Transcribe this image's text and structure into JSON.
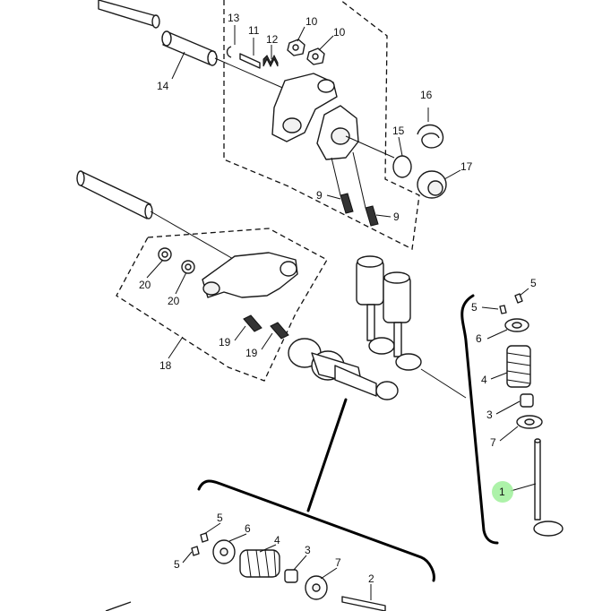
{
  "diagram": {
    "callouts": {
      "c13": "13",
      "c11": "11",
      "c12": "12",
      "c10a": "10",
      "c10b": "10",
      "c14": "14",
      "c16": "16",
      "c15": "15",
      "c17": "17",
      "c9a": "9",
      "c9b": "9",
      "c20a": "20",
      "c20b": "20",
      "c19a": "19",
      "c19b": "19",
      "c18": "18",
      "r5a": "5",
      "r5b": "5",
      "r6": "6",
      "r4": "4",
      "r3": "3",
      "r7": "7",
      "r1": "1",
      "b5a": "5",
      "b5b": "5",
      "b6": "6",
      "b4": "4",
      "b3": "3",
      "b7": "7",
      "b2": "2"
    },
    "highlight_color": "#9ff09a"
  }
}
